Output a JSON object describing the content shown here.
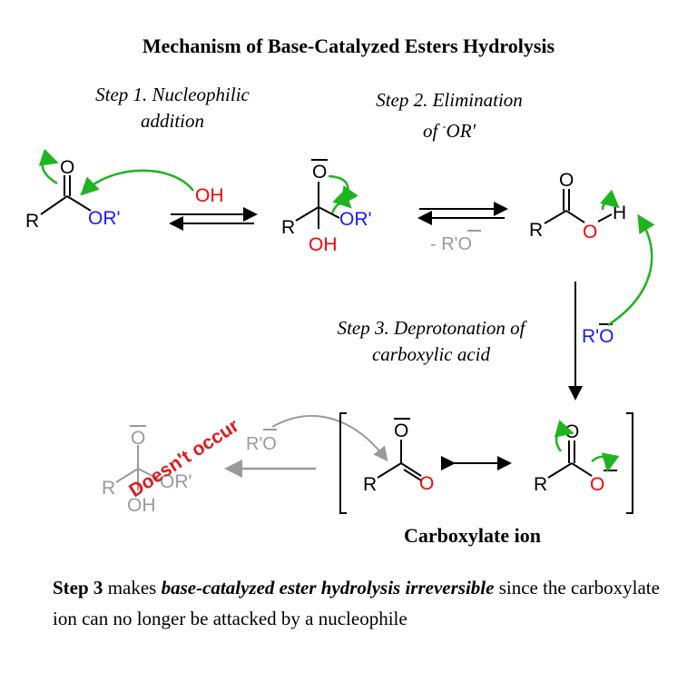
{
  "title": "Mechanism of Base-Catalyzed Esters Hydrolysis",
  "steps": {
    "step1_line1": "Step 1. Nucleophilic",
    "step1_line2": "addition",
    "step2_line1": "Step 2. Elimination",
    "step2_line2_pre": "of ",
    "step2_line2_sup": "-",
    "step2_line2_post": "OR'",
    "step3_line1": "Step 3. Deprotonation of",
    "step3_line2": "carboxylic acid"
  },
  "atoms": {
    "R": "R",
    "O": "O",
    "OR_prime": "OR'",
    "OH": "OH",
    "H": "H",
    "hydroxide": "OH",
    "neg": "-",
    "alkoxide": "R'O",
    "minus_alkoxide": "- R'O"
  },
  "labels": {
    "doesnt_occur": "Doesn't occur",
    "carboxylate_ion": "Carboxylate ion"
  },
  "caption": {
    "part1": "Step 3",
    "part2": " makes ",
    "part3": "base-catalyzed ester hydrolysis irreversible",
    "part4": " since the carboxylate ion can no longer be attacked by a nucleophile"
  },
  "colors": {
    "black": "#000000",
    "blue": "#1a1aff",
    "red": "#ff0000",
    "green": "#1fb41f",
    "gray": "#9a9a9a",
    "stamp_red": "#e01b1b"
  }
}
